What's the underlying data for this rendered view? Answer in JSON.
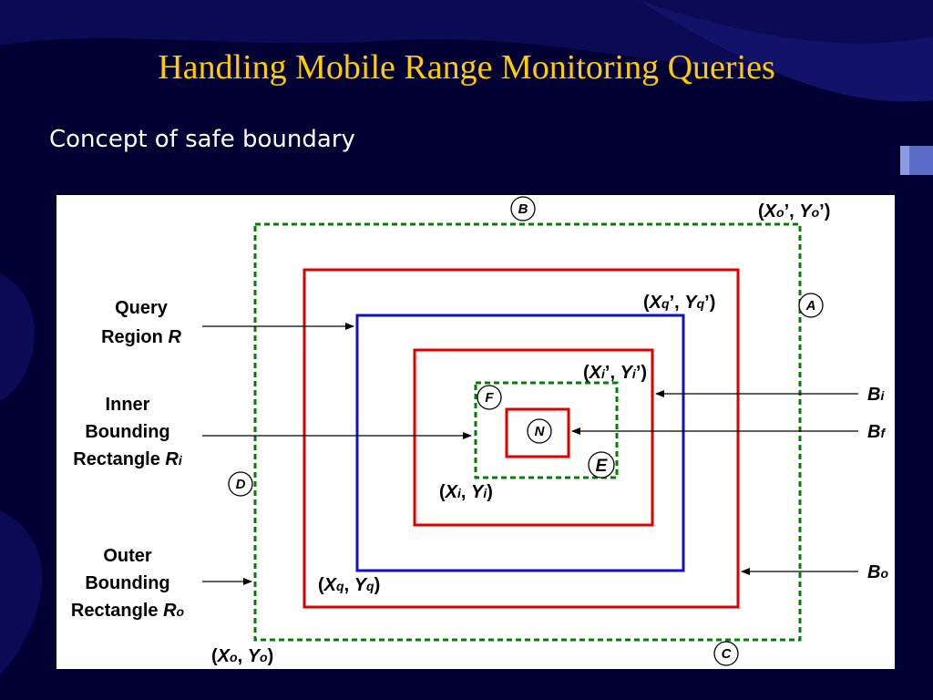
{
  "slide": {
    "title": "Handling Mobile Range Monitoring Queries",
    "subtitle": "Concept of safe boundary"
  },
  "colors": {
    "background": "#000033",
    "title": "#FFCC00",
    "outer_rect": "#E00000",
    "query_rect": "#1010CC",
    "safe_boundary": "#008000"
  },
  "diagram": {
    "labels": {
      "query_region_line1": "Query",
      "query_region_line2_text": "Region ",
      "query_region_var": "R",
      "inner_line1": "Inner",
      "inner_line2": "Bounding",
      "inner_line3_text": "Rectangle ",
      "inner_var": "R",
      "inner_sub": "i",
      "outer_line1": "Outer",
      "outer_line2": "Bounding",
      "outer_line3_text": "Rectangle ",
      "outer_var": "R",
      "outer_sub": "o"
    },
    "circles": {
      "A": "A",
      "B": "B",
      "C": "C",
      "D": "D",
      "E": "E",
      "F": "F",
      "N": "N"
    },
    "boundaries": {
      "bi_var": "B",
      "bi_sub": "i",
      "bf_var": "B",
      "bf_sub": "f",
      "bo_var": "B",
      "bo_sub": "o"
    },
    "coords": {
      "xo_prime_open": "(",
      "xo_prime_X": "X",
      "xo_prime_sub": "o",
      "xo_prime_mid": "’, ",
      "xo_prime_Y": "Y",
      "xo_prime_ysub": "o",
      "xo_prime_close": "’)",
      "xq_prime_open": "(",
      "xq_prime_X": "X",
      "xq_prime_sub": "q",
      "xq_prime_mid": "’, ",
      "xq_prime_Y": "Y",
      "xq_prime_ysub": "q",
      "xq_prime_close": "’)",
      "xi_prime_open": "(",
      "xi_prime_X": "X",
      "xi_prime_sub": "i",
      "xi_prime_mid": "’, ",
      "xi_prime_Y": "Y",
      "xi_prime_ysub": "i",
      "xi_prime_close": "’)",
      "xi_open": "(",
      "xi_X": "X",
      "xi_sub": "i",
      "xi_mid": ", ",
      "xi_Y": "Y",
      "xi_ysub": "i",
      "xi_close": ")",
      "xq_open": "(",
      "xq_X": "X",
      "xq_sub": "q",
      "xq_mid": ", ",
      "xq_Y": "Y",
      "xq_ysub": "q",
      "xq_close": ")",
      "xo_open": "(",
      "xo_X": "X",
      "xo_sub": "o",
      "xo_mid": ", ",
      "xo_Y": "Y",
      "xo_ysub": "o",
      "xo_close": ")"
    }
  }
}
